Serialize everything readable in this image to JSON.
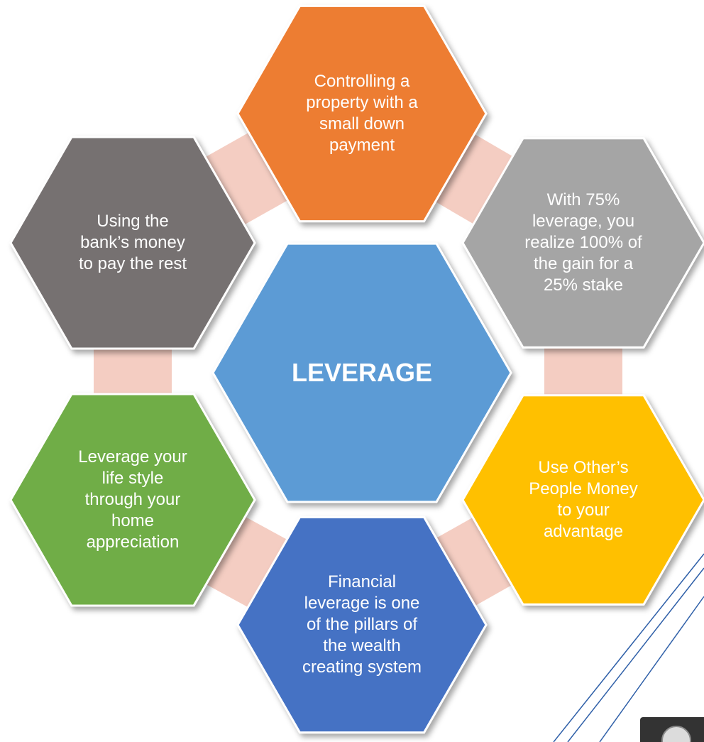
{
  "diagram": {
    "center": {
      "label": "LEVERAGE",
      "color": "#5b9bd5"
    },
    "items": [
      {
        "id": "top",
        "label": "Controlling a\nproperty with a\nsmall down\npayment",
        "color": "#ed7d31"
      },
      {
        "id": "upper-right",
        "label": "With 75%\nleverage, you\nrealize 100% of\nthe gain for a\n25% stake",
        "color": "#a5a5a5"
      },
      {
        "id": "lower-right",
        "label": "Use Other’s\nPeople Money\nto your\nadvantage",
        "color": "#ffc000"
      },
      {
        "id": "bottom",
        "label": "Financial\nleverage is one\nof the pillars of\nthe wealth\ncreating system",
        "color": "#4472c4"
      },
      {
        "id": "lower-left",
        "label": "Leverage your\nlife style\nthrough your\nhome\nappreciation",
        "color": "#70ad47"
      },
      {
        "id": "upper-left",
        "label": "Using the\nbank’s money\nto pay the rest",
        "color": "#767171"
      }
    ],
    "connector_color": "#f4cdc2",
    "decor_line_color": "#2e5fa8"
  }
}
